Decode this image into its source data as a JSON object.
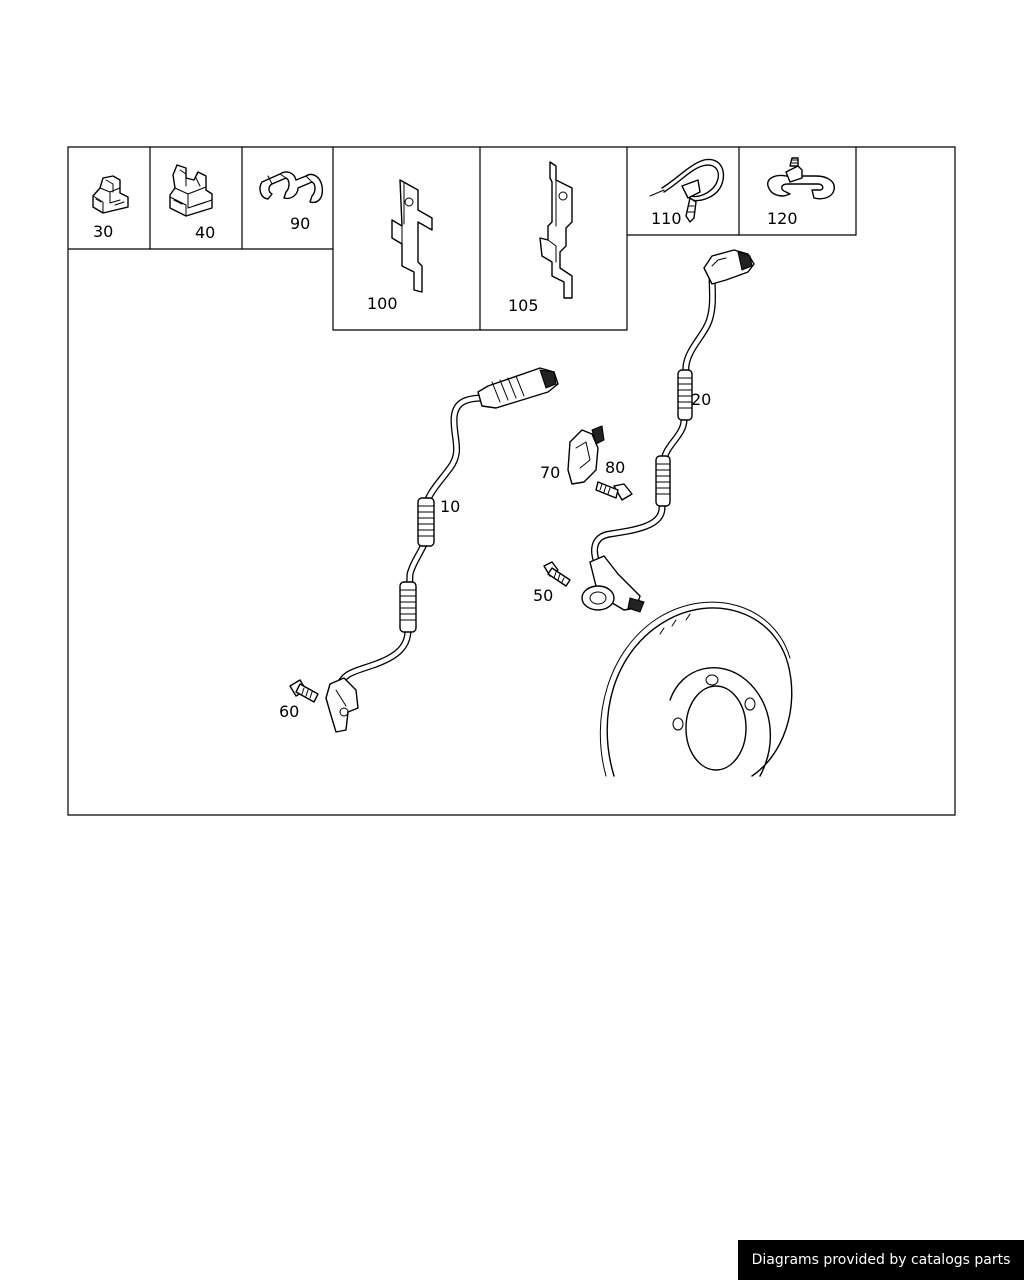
{
  "diagram": {
    "parts": {
      "p10": "10",
      "p20": "20",
      "p30": "30",
      "p40": "40",
      "p50": "50",
      "p60": "60",
      "p70": "70",
      "p80": "80",
      "p90": "90",
      "p100": "100",
      "p105": "105",
      "p110": "110",
      "p120": "120"
    }
  },
  "footer": {
    "attribution": "Diagrams provided by catalogs parts"
  }
}
